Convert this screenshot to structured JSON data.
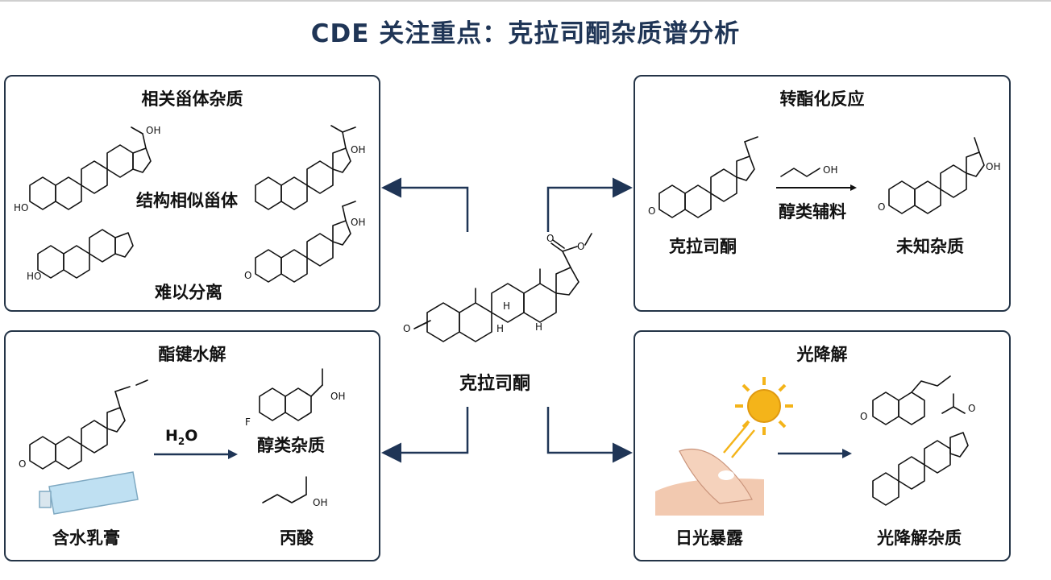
{
  "title": "CDE 关注重点：克拉司酮杂质谱分析",
  "center": {
    "label": "克拉司酮"
  },
  "panels": {
    "steroid": {
      "title": "相关甾体杂质",
      "note1": "结构相似甾体",
      "note2": "难以分离"
    },
    "transester": {
      "title": "转酯化反应",
      "reagent": "醇类辅料",
      "start": "克拉司酮",
      "product": "未知杂质"
    },
    "hydrolysis": {
      "title": "酯键水解",
      "h2o": "H",
      "h2o_sub": "2",
      "h2o_end": "O",
      "product1": "醇类杂质",
      "product2": "丙酸",
      "source": "含水乳膏"
    },
    "photo": {
      "title": "光降解",
      "source": "日光暴露",
      "product": "光降解杂质"
    }
  },
  "atoms": {
    "OH": "OH",
    "HO": "HO",
    "O": "O",
    "H": "H",
    "F": "F"
  },
  "colors": {
    "title": "#1f3556",
    "border": "#243447",
    "arrow": "#1f3556",
    "sun": "#f4b41a",
    "tube": "#bfe0f2",
    "skin": "#f2c9b0"
  }
}
